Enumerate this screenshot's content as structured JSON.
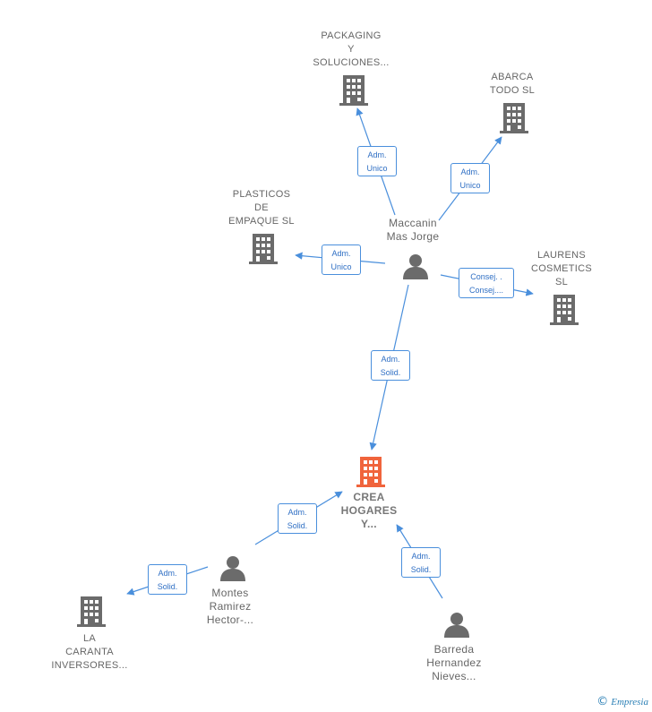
{
  "colors": {
    "edge": "#4a8fdc",
    "company_icon": "#6b6b6b",
    "main_company_icon": "#f0643c",
    "person_icon": "#6b6b6b"
  },
  "nodes": {
    "packaging": {
      "lines": [
        "PACKAGING",
        "Y",
        "SOLUCIONES..."
      ],
      "icon": "building-icon"
    },
    "abarca": {
      "lines": [
        "ABARCA",
        "TODO  SL"
      ],
      "icon": "building-icon"
    },
    "plasticos": {
      "lines": [
        "PLASTICOS",
        "DE",
        "EMPAQUE  SL"
      ],
      "icon": "building-icon"
    },
    "maccanin": {
      "lines": [
        "Maccanin",
        "Mas Jorge"
      ],
      "icon": "person-icon"
    },
    "laurens": {
      "lines": [
        "LAURENS",
        "COSMETICS",
        "SL"
      ],
      "icon": "building-icon"
    },
    "crea": {
      "lines": [
        "CREA",
        "HOGARES",
        "Y..."
      ],
      "icon": "building-icon"
    },
    "montes": {
      "lines": [
        "Montes",
        "Ramirez",
        "Hector-..."
      ],
      "icon": "person-icon"
    },
    "lacaranta": {
      "lines": [
        "LA",
        "CARANTA",
        "INVERSORES..."
      ],
      "icon": "building-icon"
    },
    "barreda": {
      "lines": [
        "Barreda",
        "Hernandez",
        "Nieves..."
      ],
      "icon": "person-icon"
    }
  },
  "edges": {
    "packaging": [
      "Adm.",
      "Unico"
    ],
    "abarca": [
      "Adm.",
      "Unico"
    ],
    "plasticos": [
      "Adm.",
      "Unico"
    ],
    "laurens": [
      "Consej. .",
      "Consej...."
    ],
    "crea_maccanin": [
      "Adm.",
      "Solid."
    ],
    "crea_montes": [
      "Adm.",
      "Solid."
    ],
    "lacaranta": [
      "Adm.",
      "Solid."
    ],
    "crea_barreda": [
      "Adm.",
      "Solid."
    ]
  },
  "footer": {
    "copyright": "©",
    "brand": "Empresia"
  }
}
